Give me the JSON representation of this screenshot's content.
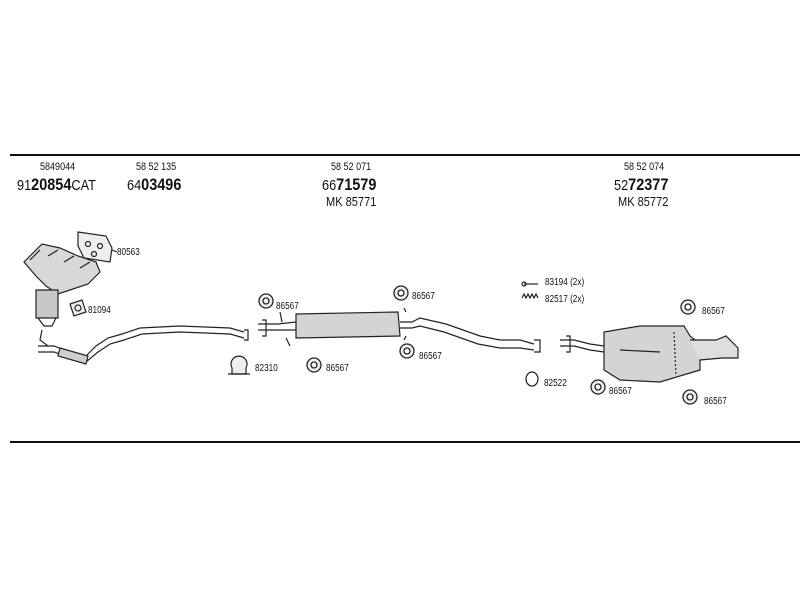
{
  "sections": [
    {
      "top": "5849044",
      "prefix": "91",
      "main": "20854",
      "suffix": "CAT",
      "kit": ""
    },
    {
      "top": "58 52 135",
      "prefix": "64",
      "main": "03496",
      "suffix": "",
      "kit": ""
    },
    {
      "top": "58 52 071",
      "prefix": "66",
      "main": "71579",
      "suffix": "",
      "kit": "MK 85771"
    },
    {
      "top": "58 52 074",
      "prefix": "52",
      "main": "72377",
      "suffix": "",
      "kit": "MK 85772"
    }
  ],
  "parts": {
    "gasket_manifold": "80563",
    "gasket_ring": "81094",
    "hanger_1": "86567",
    "clamp_1": "82310",
    "hanger_2": "86567",
    "hanger_3": "86567",
    "hanger_4": "86567",
    "small_part_1": "83194 (2x)",
    "small_part_2": "82517 (2x)",
    "ring_2": "82522",
    "hanger_5": "86567",
    "hanger_6": "86567",
    "hanger_7": "86567"
  }
}
